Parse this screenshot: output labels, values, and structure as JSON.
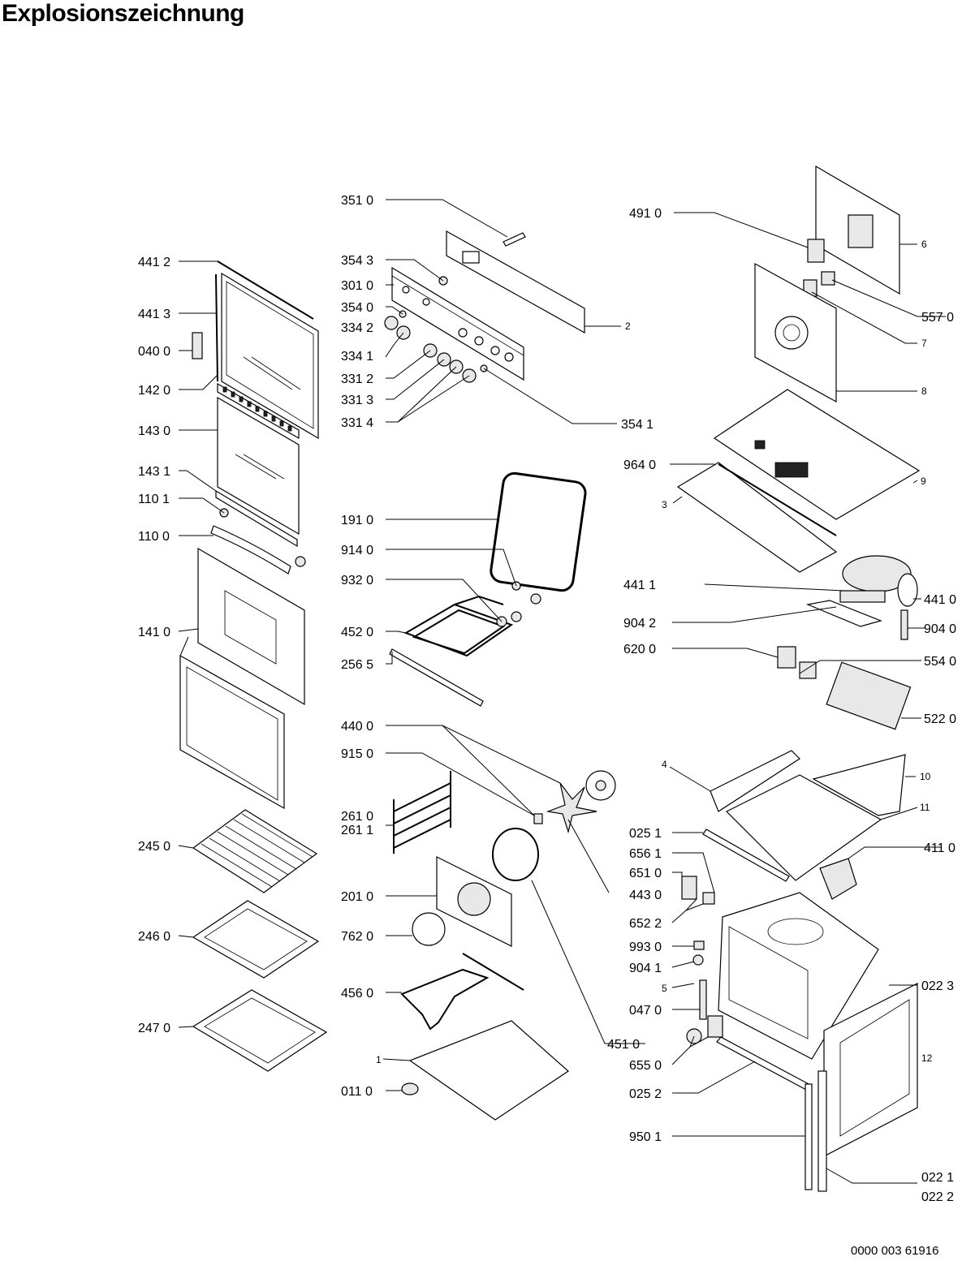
{
  "title": "Explosionszeichnung",
  "document_number": "0000 003 61916",
  "labels": {
    "l351_0": "351 0",
    "l354_3": "354 3",
    "l301_0": "301 0",
    "l354_0": "354 0",
    "l334_2": "334 2",
    "l334_1": "334 1",
    "l331_2": "331 2",
    "l331_3": "331 3",
    "l331_4": "331 4",
    "l354_1": "354 1",
    "l2": "2",
    "l491_0": "491 0",
    "l6": "6",
    "l557_0": "557 0",
    "l7": "7",
    "l8": "8",
    "l964_0": "964 0",
    "l9": "9",
    "l3": "3",
    "l441_2": "441 2",
    "l441_3": "441 3",
    "l040_0": "040 0",
    "l142_0": "142 0",
    "l143_0": "143 0",
    "l143_1": "143 1",
    "l110_1": "110 1",
    "l110_0": "110 0",
    "l141_0": "141 0",
    "l245_0": "245 0",
    "l246_0": "246 0",
    "l247_0": "247 0",
    "l191_0": "191 0",
    "l914_0": "914 0",
    "l932_0": "932 0",
    "l452_0": "452 0",
    "l256_5": "256 5",
    "l440_0": "440 0",
    "l915_0": "915 0",
    "l261_0": "261 0",
    "l261_1": "261 1",
    "l201_0": "201 0",
    "l762_0": "762 0",
    "l456_0": "456 0",
    "l1": "1",
    "l011_0": "011 0",
    "l451_0": "451 0",
    "l441_1": "441 1",
    "l441_0": "441 0",
    "l904_2": "904 2",
    "l904_0": "904 0",
    "l620_0": "620 0",
    "l554_0": "554 0",
    "l522_0": "522 0",
    "l4": "4",
    "l10": "10",
    "l11": "11",
    "l025_1": "025 1",
    "l411_0": "411 0",
    "l656_1": "656 1",
    "l651_0": "651 0",
    "l443_0": "443 0",
    "l652_2": "652 2",
    "l993_0": "993 0",
    "l904_1": "904 1",
    "l5": "5",
    "l047_0": "047 0",
    "l655_0": "655 0",
    "l025_2": "025 2",
    "l022_3": "022 3",
    "l12": "12",
    "l950_1": "950 1",
    "l022_1": "022 1",
    "l022_2": "022 2"
  }
}
